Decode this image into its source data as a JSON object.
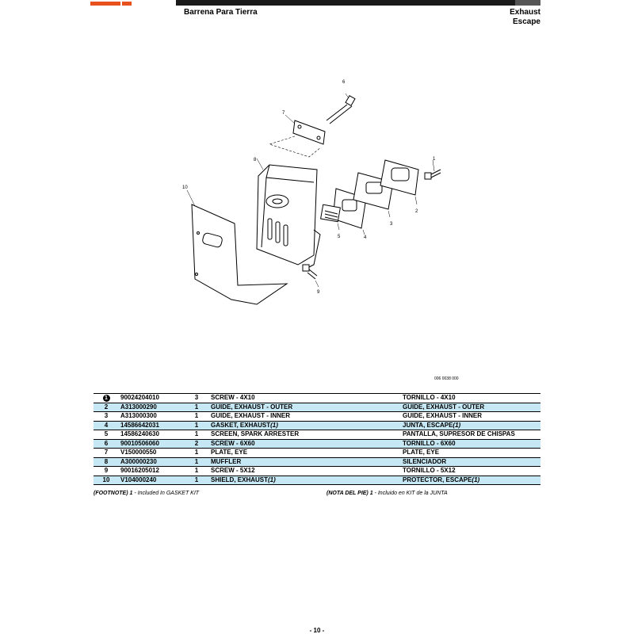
{
  "header": {
    "left_title": "Barrena Para Tierra",
    "right_title_en": "Exhaust",
    "right_title_es": "Escape"
  },
  "diagram": {
    "callouts": [
      "1",
      "2",
      "3",
      "4",
      "5",
      "6",
      "7",
      "8",
      "9",
      "10"
    ],
    "figure_code": "006 0038 000"
  },
  "parts": [
    {
      "ref": "1",
      "pn": "90024204010",
      "qty": "3",
      "desc_en": "SCREW - 4X10",
      "desc_en_sup": "",
      "desc_es": "TORNILLO - 4X10",
      "desc_es_sup": ""
    },
    {
      "ref": "2",
      "pn": "A313000290",
      "qty": "1",
      "desc_en": "GUIDE, EXHAUST - OUTER",
      "desc_en_sup": "",
      "desc_es": "GUIDE, EXHAUST - OUTER",
      "desc_es_sup": ""
    },
    {
      "ref": "3",
      "pn": "A313000300",
      "qty": "1",
      "desc_en": "GUIDE, EXHAUST - INNER",
      "desc_en_sup": "",
      "desc_es": "GUIDE, EXHAUST - INNER",
      "desc_es_sup": ""
    },
    {
      "ref": "4",
      "pn": "14586642031",
      "qty": "1",
      "desc_en": "GASKET, EXHAUST",
      "desc_en_sup": "(1)",
      "desc_es": "JUNTA, ESCAPE",
      "desc_es_sup": "(1)"
    },
    {
      "ref": "5",
      "pn": "14586240630",
      "qty": "1",
      "desc_en": "SCREEN, SPARK ARRESTER",
      "desc_en_sup": "",
      "desc_es": "PANTALLA, SUPRESOR DE CHISPAS",
      "desc_es_sup": ""
    },
    {
      "ref": "6",
      "pn": "90010506060",
      "qty": "2",
      "desc_en": "SCREW - 6X60",
      "desc_en_sup": "",
      "desc_es": "TORNILLO - 6X60",
      "desc_es_sup": ""
    },
    {
      "ref": "7",
      "pn": "V150000550",
      "qty": "1",
      "desc_en": "PLATE, EYE",
      "desc_en_sup": "",
      "desc_es": "PLATE, EYE",
      "desc_es_sup": ""
    },
    {
      "ref": "8",
      "pn": "A300000230",
      "qty": "1",
      "desc_en": "MUFFLER",
      "desc_en_sup": "",
      "desc_es": "SILENCIADOR",
      "desc_es_sup": ""
    },
    {
      "ref": "9",
      "pn": "90016205012",
      "qty": "1",
      "desc_en": "SCREW - 5X12",
      "desc_en_sup": "",
      "desc_es": "TORNILLO - 5X12",
      "desc_es_sup": ""
    },
    {
      "ref": "10",
      "pn": "V104000240",
      "qty": "1",
      "desc_en": "SHIELD, EXHAUST",
      "desc_en_sup": "(1)",
      "desc_es": "PROTECTOR, ESCAPE",
      "desc_es_sup": "(1)"
    }
  ],
  "footnote": {
    "en_label": "(FOOTNOTE)",
    "en_num": "1",
    "en_text": "- Included In GASKET KIT",
    "es_label": "(NOTA DEL PIE)",
    "es_num": "1",
    "es_text": "- Incluido en KIT de la JUNTA"
  },
  "page_number": "- 10 -",
  "colors": {
    "row_shade": "#c6e8f4",
    "logo": "#e8501e"
  }
}
